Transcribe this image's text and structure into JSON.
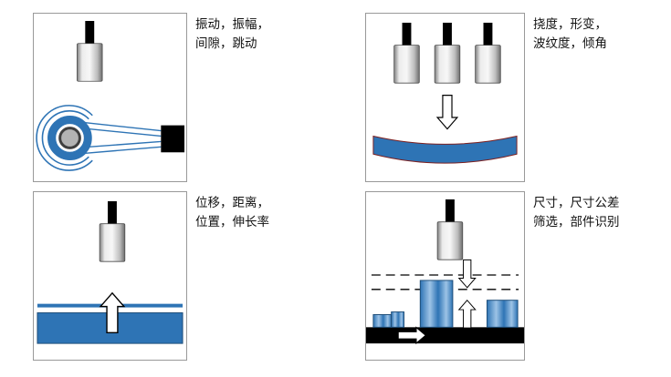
{
  "page": {
    "background": "#ffffff"
  },
  "colors": {
    "part_blue": "#2e74b5",
    "part_blue_light": "#9dc3e6",
    "plate_stroke": "#7c2020",
    "belt_black": "#000000",
    "box_border": "#999999",
    "text_color": "#111111"
  },
  "panels": [
    {
      "id": "vibration",
      "label_lines": [
        "振动，振幅，",
        "间隙，跳动"
      ]
    },
    {
      "id": "deflection",
      "label_lines": [
        "挠度，形变，",
        "波纹度，倾角"
      ]
    },
    {
      "id": "displacement",
      "label_lines": [
        "位移，距离，",
        "位置，伸长率"
      ]
    },
    {
      "id": "dimension-sorting",
      "label_lines": [
        "尺寸，尺寸公差",
        "筛选，部件识别"
      ]
    }
  ]
}
